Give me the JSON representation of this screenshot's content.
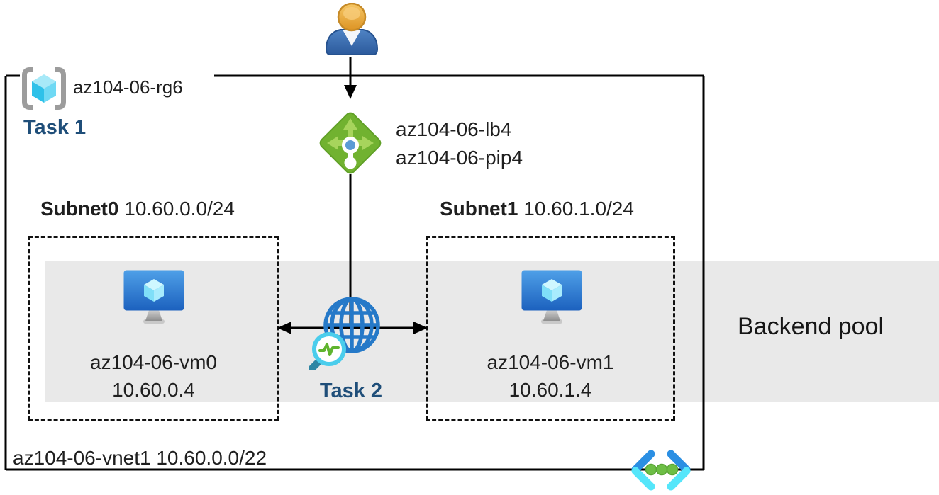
{
  "resource_group": {
    "icon": "resource-group-icon",
    "label": "az104-06-rg6"
  },
  "task1": {
    "label": "Task 1"
  },
  "user": {
    "icon": "user-icon"
  },
  "load_balancer": {
    "icon": "load-balancer-icon",
    "name": "az104-06-lb4",
    "public_ip": "az104-06-pip4"
  },
  "subnets": [
    {
      "name": "Subnet0",
      "cidr": "10.60.0.0/24",
      "vm": {
        "icon": "virtual-machine-icon",
        "name": "az104-06-vm0",
        "ip": "10.60.0.4"
      }
    },
    {
      "name": "Subnet1",
      "cidr": "10.60.1.0/24",
      "vm": {
        "icon": "virtual-machine-icon",
        "name": "az104-06-vm1",
        "ip": "10.60.1.4"
      }
    }
  ],
  "task2": {
    "label": "Task 2",
    "icon": "globe-health-probe-icon"
  },
  "backend_pool": {
    "label": "Backend pool"
  },
  "vnet": {
    "label": "az104-06-vnet1 10.60.0.0/22",
    "icon": "virtual-network-icon"
  },
  "colors": {
    "task_text": "#1F4E79",
    "backend_band": "#E9E9E9",
    "diagram_line": "#000000",
    "lb_diamond_green": "#71B230",
    "lb_arrow_green": "#A7D45C",
    "lb_dot_blue": "#5B9BD5",
    "vm_screen_blue_top": "#4FA0E8",
    "vm_screen_blue_bottom": "#1C61BE",
    "cube_cyan": "#7FDFF8",
    "globe_blue": "#2579C8",
    "probe_ring_cyan": "#4ACDEC",
    "probe_pulse_green": "#5FB42F",
    "probe_handle_teal": "#2F86A4",
    "vnet_bracket_blue": "#2B8FE3",
    "vnet_bracket_cyan": "#55E6FA",
    "vnet_dot_green": "#6DBE45",
    "person_head_orange": "#F3B94D",
    "person_body_blue": "#2C5A9C",
    "rg_bracket_gray": "#9C9C9C"
  }
}
